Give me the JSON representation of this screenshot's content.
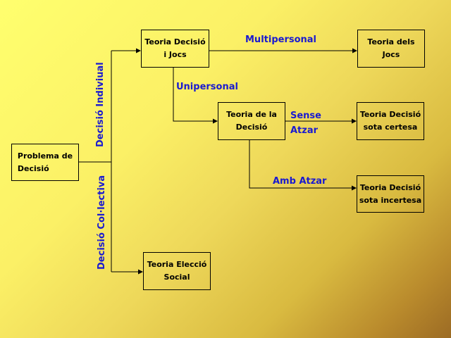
{
  "nodes": {
    "problema": "Problema de\nDecisió",
    "teoria_decisio_jocs": "Teoria Decisió\ni Jocs",
    "teoria_jocs": "Teoria dels\nJocs",
    "teoria_decisio": "Teoria de la\nDecisió",
    "sota_certesa": "Teoria Decisió\nsota certesa",
    "sota_incertesa": "Teoria Decisió\nsota incertesa",
    "eleccio_social": "Teoria Elecció\nSocial"
  },
  "edges": {
    "multipersonal": "Multipersonal",
    "unipersonal": "Unipersonal",
    "sense": "Sense",
    "atzar": "Atzar",
    "amb_atzar": "Amb Atzar",
    "decisio_individual": "Decisió Indiviual",
    "decisio_collectiva": "Decisió Col·lectiva"
  },
  "colors": {
    "label_blue": "#1a1ad0",
    "line": "#000000"
  }
}
